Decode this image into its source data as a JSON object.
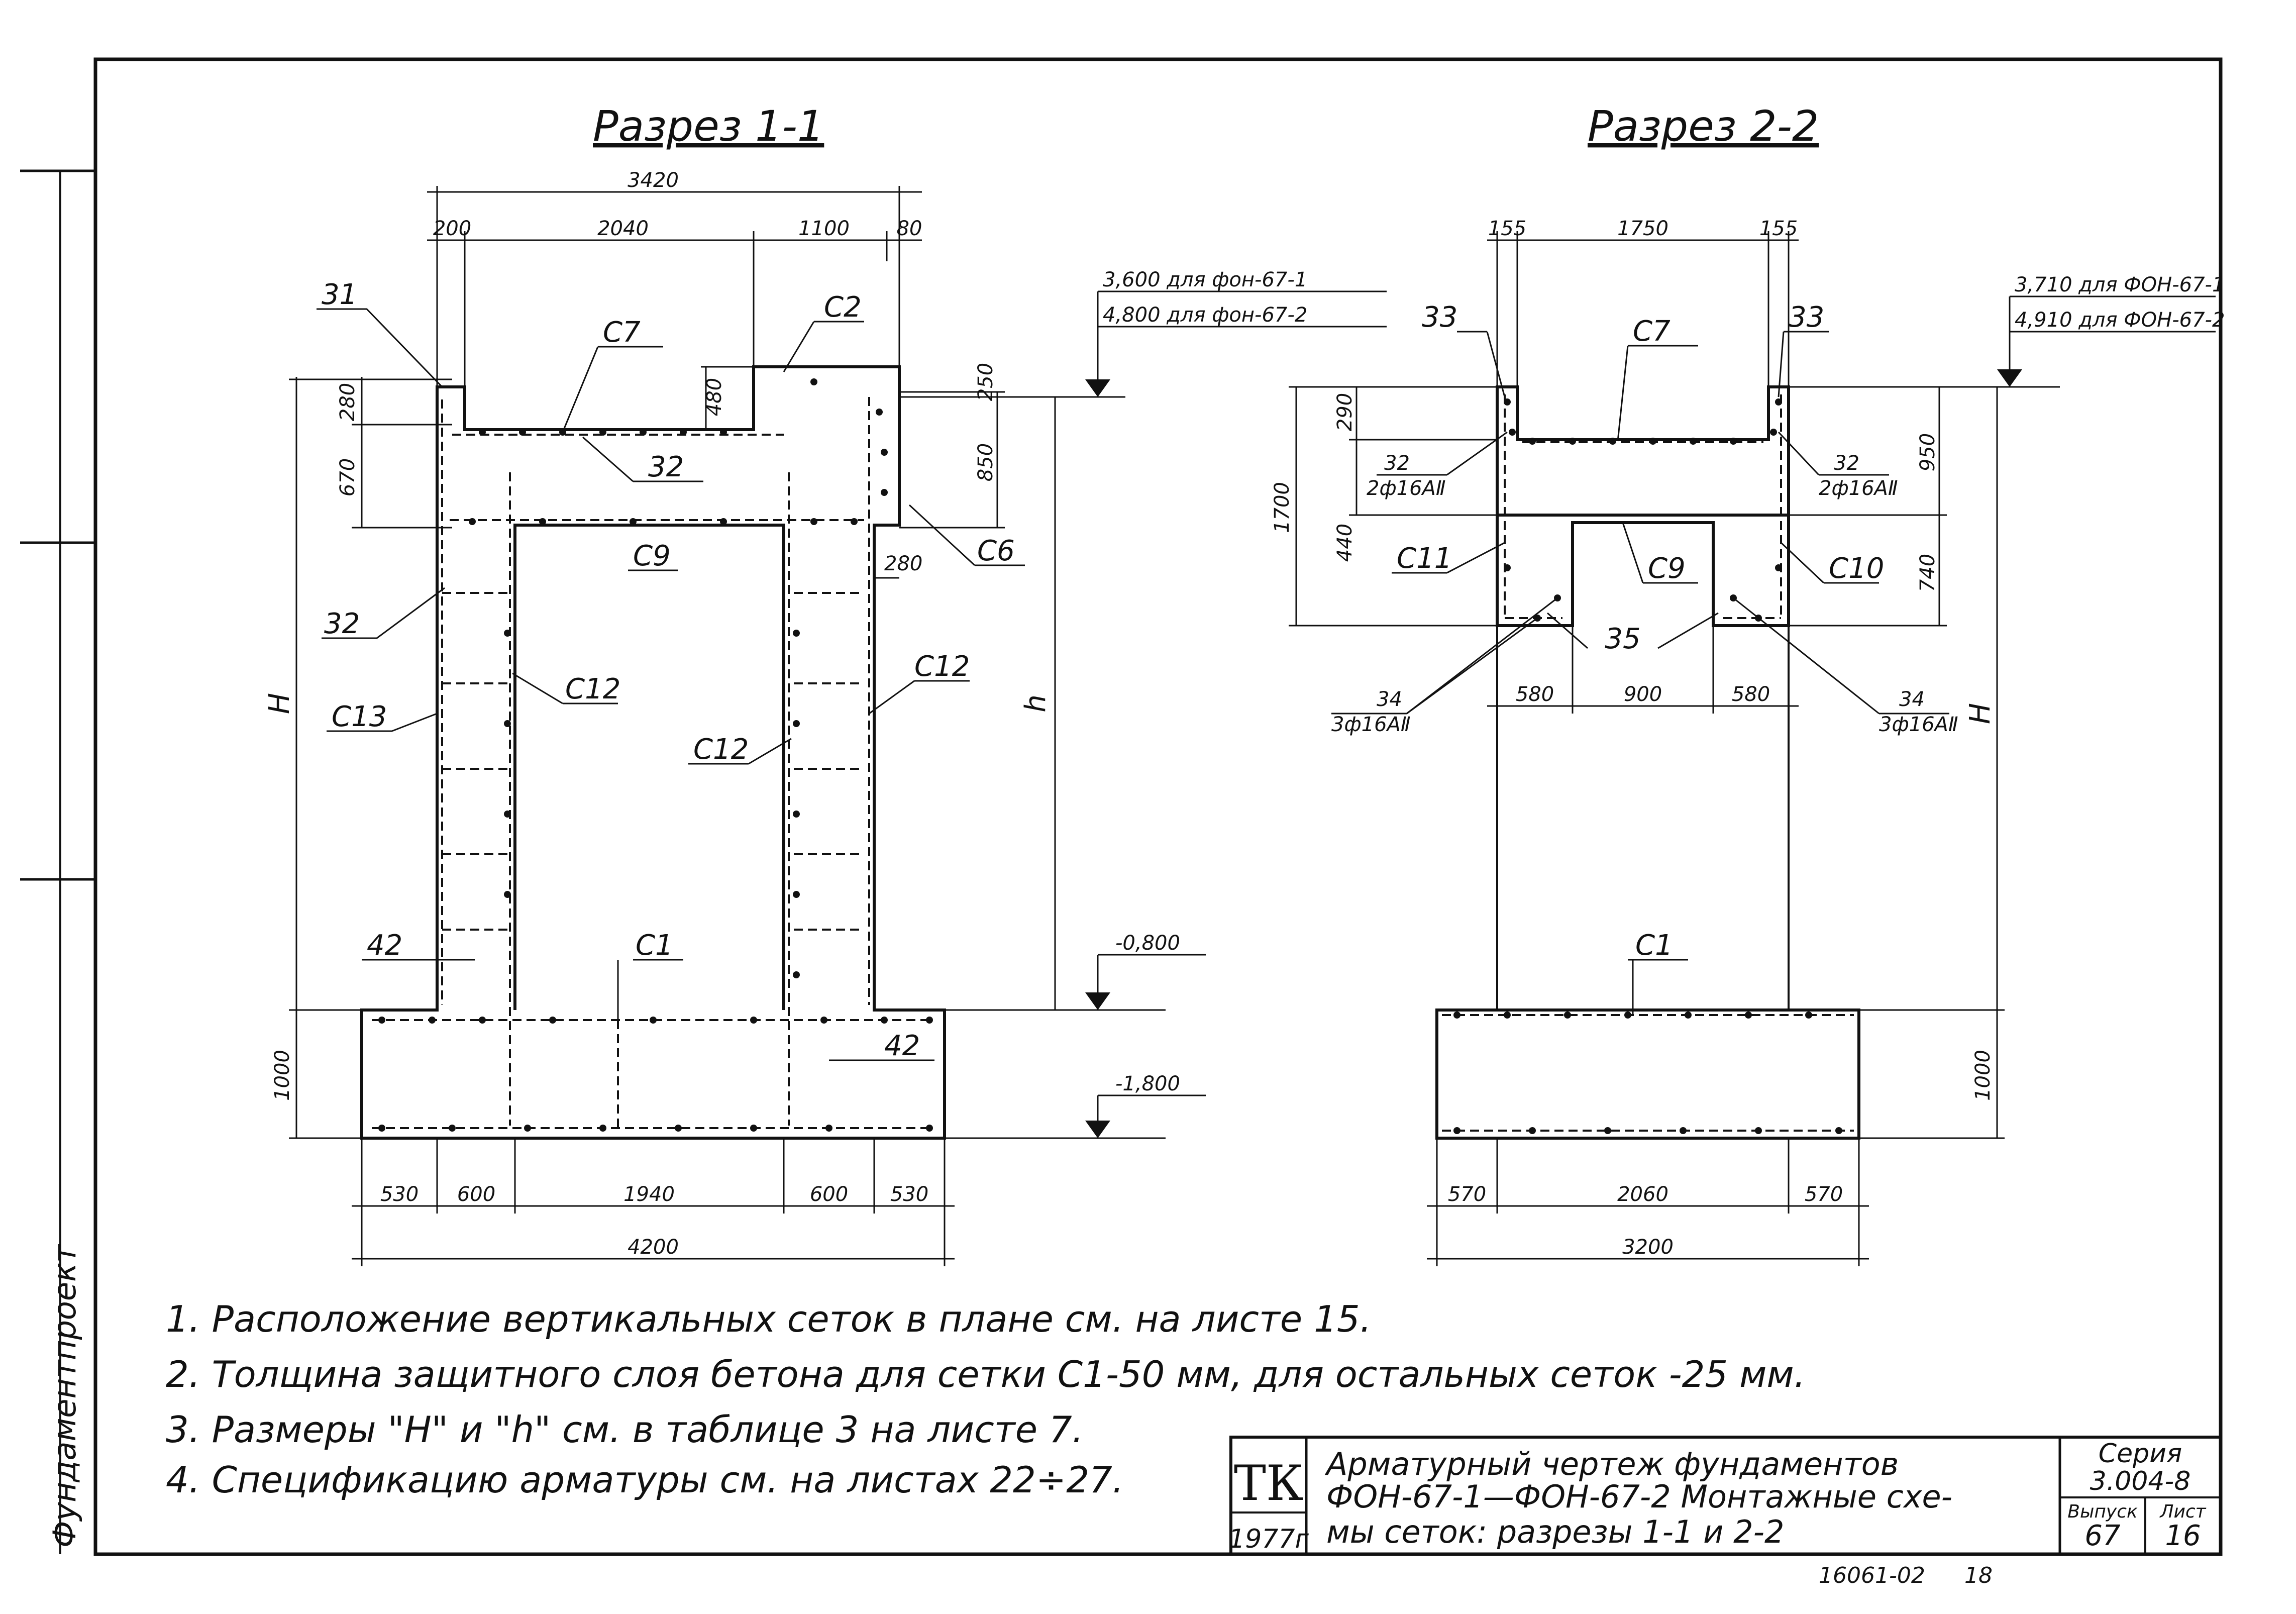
{
  "section1": {
    "title": "Разрез 1-1",
    "top_dims": {
      "overall": "3420",
      "a": "200",
      "b": "2040",
      "c": "1100",
      "d": "80"
    },
    "left_dims": {
      "a": "280",
      "b": "670",
      "H": "H",
      "c": "1000"
    },
    "mid_dims": {
      "a": "480",
      "b": "250",
      "c": "850",
      "d": "280"
    },
    "bottom_dims": {
      "a": "530",
      "b": "600",
      "c": "1940",
      "d": "600",
      "e": "530",
      "overall": "4200"
    },
    "elevations": {
      "top1": "3,600 для фон-67-1",
      "top2": "4,800 для фон-67-2",
      "mid": "-0,800",
      "low": "-1,800",
      "h": "h"
    },
    "labels": {
      "l31": "31",
      "l32a": "32",
      "l32b": "32",
      "l42a": "42",
      "l42b": "42",
      "C1": "C1",
      "C2": "C2",
      "C6": "C6",
      "C7": "C7",
      "C9": "C9",
      "C12a": "C12",
      "C12b": "C12",
      "C12c": "C12",
      "C13": "C13"
    }
  },
  "section2": {
    "title": "Разрез 2-2",
    "top_dims": {
      "a": "155",
      "b": "1750",
      "c": "155"
    },
    "left_dims": {
      "a": "1700",
      "b": "290",
      "c": "440"
    },
    "right_dims": {
      "a": "950",
      "b": "740",
      "H": "H",
      "c": "1000"
    },
    "bottom_dims": {
      "a": "570",
      "b": "2060",
      "c": "570",
      "overall": "3200"
    },
    "inner_dims": {
      "a": "580",
      "b": "900",
      "c": "580"
    },
    "elevations": {
      "top1": "3,710 для ФОН-67-1",
      "top2": "4,910 для ФОН-67-2"
    },
    "labels": {
      "l33a": "33",
      "l33b": "33",
      "C7": "C7",
      "l32a": "32",
      "l32a_sub": "2ф16АⅡ",
      "l32b": "32",
      "l32b_sub": "2ф16АⅡ",
      "C11": "C11",
      "C9": "C9",
      "C10": "C10",
      "l35": "35",
      "l34a": "34",
      "l34a_sub": "3ф16АⅡ",
      "l34b": "34",
      "l34b_sub": "3ф16АⅡ",
      "C1": "C1"
    }
  },
  "notes": [
    "1. Расположение вертикальных сеток в плане см. на листе 15.",
    "2. Толщина защитного слоя бетона для сетки C1-50 мм, для остальных сеток -25 мм.",
    "3. Размеры \"H\" и \"h\" см. в таблице 3 на листе 7.",
    "4. Спецификацию арматуры см. на листах 22÷27."
  ],
  "side_stamp": "Фундаментпроект",
  "title_block": {
    "logo": "ТК",
    "year": "1977г",
    "title_line1": "Арматурный чертеж фундаментов",
    "title_line2": "ФОН-67-1—ФОН-67-2 Монтажные схе-",
    "title_line3": "мы сеток: разрезы 1-1 и 2-2",
    "series_label": "Серия",
    "series_value": "3.004-8",
    "issue_label": "Выпуск",
    "issue_value": "67",
    "sheet_label": "Лист",
    "sheet_value": "16"
  },
  "footer": {
    "code": "16061-02",
    "page": "18"
  }
}
